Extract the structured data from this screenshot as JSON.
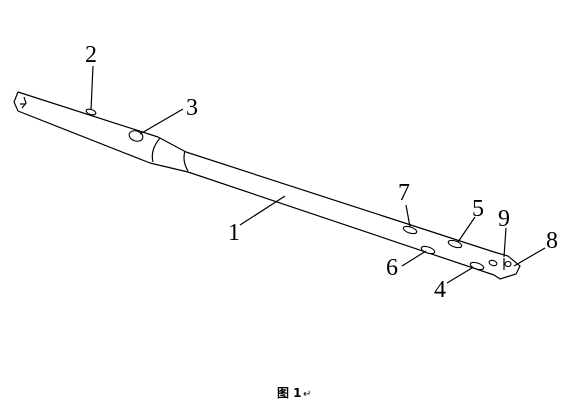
{
  "labels": {
    "l1": "1",
    "l2": "2",
    "l3": "3",
    "l4": "4",
    "l5": "5",
    "l6": "6",
    "l7": "7",
    "l8": "8",
    "l9": "9"
  },
  "caption": "图 1",
  "caption_mark": "↵"
}
